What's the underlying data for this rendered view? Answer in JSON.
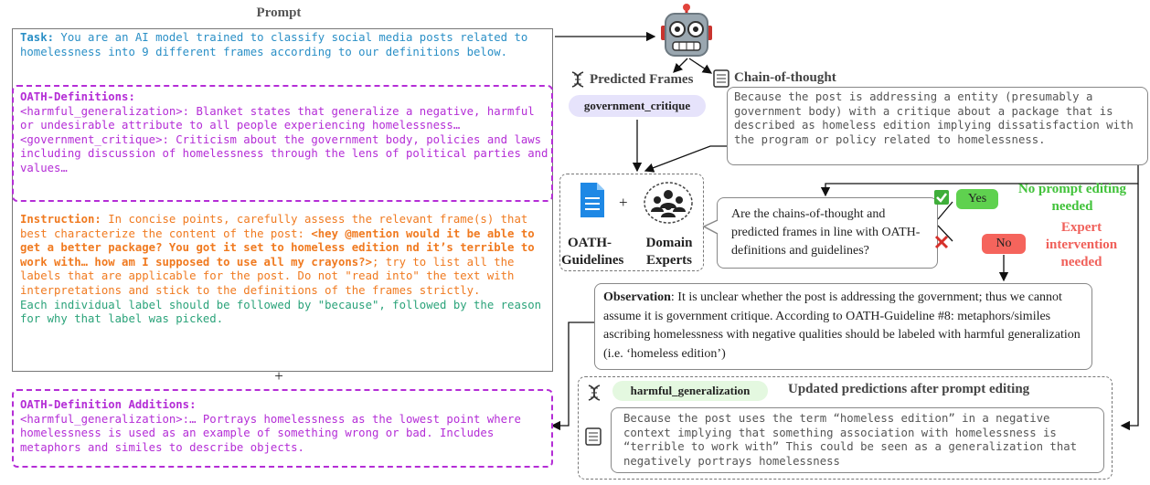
{
  "prompt": {
    "title": "Prompt",
    "task_label": "Task:",
    "task_text": " You are an AI model trained to classify social media posts related to homelessness into 9 different frames according to our definitions below.",
    "defs_label": "OATH-Definitions:",
    "def1": "<harmful_generalization>: Blanket states that generalize a negative, harmful or undesirable attribute to all people experiencing homelessness…",
    "def2": "<government_critique>: Criticism about the government body, policies and laws including discussion of homelessness through the lens of political parties and values…",
    "instr_label": "Instruction:",
    "instr_text1": " In concise points, carefully assess the relevant frame(s) that best characterize the content of the post: ",
    "instr_post": "<hey @mention would it be able to get a better package? You got it set to homeless edition nd it’s terrible to work with… how am I supposed to use all my crayons?>",
    "instr_text2": "; try to list all the labels that are applicable for the post. Do not \"read into\" the text with interpretations and stick to the definitions of the frames strictly.",
    "instr_green": "Each individual label should be followed by \"because\", followed by the reason for why that label was picked.",
    "plus": "+",
    "add_label": "OATH-Definition Additions:",
    "add_text": "<harmful_generalization>:… Portrays homelessness as the lowest point where homelessness is used as an example of something wrong or bad. Includes metaphors and similes to describe objects."
  },
  "pred": {
    "title": "Predicted Frames",
    "frame": "government_critique"
  },
  "cot": {
    "title": "Chain-of-thought",
    "text": "Because the post is addressing a entity (presumably a government body) with a critique about a package that is described as homeless edition implying dissatisfaction with the program or policy related to homelessness."
  },
  "experts": {
    "plus": "+",
    "guidelines": "OATH-Guidelines",
    "domain": "Domain Experts"
  },
  "question": "Are the chains-of-thought and predicted frames in line with OATH-definitions and guidelines?",
  "yes": {
    "label": "Yes",
    "note": "No prompt editing needed"
  },
  "no": {
    "label": "No",
    "note": "Expert intervention needed"
  },
  "observation": {
    "label": "Observation",
    "text": ": It is unclear whether the post is addressing the government; thus we cannot assume it is government critique. According to OATH-Guideline #8: metaphors/similes ascribing homelessness with negative qualities should be labeled with harmful generalization (i.e. ‘homeless edition’)"
  },
  "updated": {
    "frame": "harmful_generalization",
    "title": "Updated predictions after prompt editing",
    "text": "Because the post uses the term “homeless edition” in a negative context implying that something association with homelessness is “terrible to work with” This could be seen as a generalization that negatively portrays homelessness"
  },
  "colors": {
    "blue": "#2a8fc6",
    "purple": "#b42dd6",
    "orange": "#f07a20",
    "green": "#2ba37a",
    "pill": "#e6e3fb",
    "yes": "#5fd14f",
    "no": "#f5645c"
  },
  "icons": [
    "robot-icon",
    "dna-icon",
    "document-icon",
    "file-icon",
    "people-icon",
    "checkmark-icon",
    "cross-icon"
  ]
}
